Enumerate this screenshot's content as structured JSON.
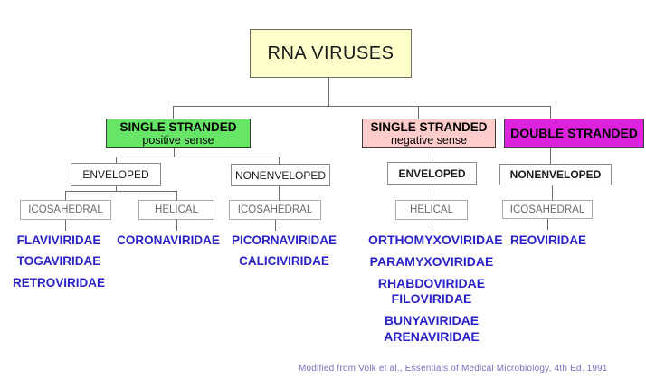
{
  "diagram": {
    "root_label": "RNA VIRUSES",
    "caption": "Modified from Volk et al., Essentials of Medical Microbiology, 4th Ed. 1991",
    "colors": {
      "root_bg": "#ffffcc",
      "positive_bg": "#66e566",
      "negative_bg": "#ffcccc",
      "double_bg": "#dd22dd",
      "family_text": "#2a22c8",
      "caption_text": "#7d6cbe"
    },
    "branch_positive": {
      "title": "SINGLE STRANDED",
      "subtitle": "positive sense",
      "enveloped_label": "ENVELOPED",
      "nonenveloped_label": "NONENVELOPED",
      "icosahedral_label": "ICOSAHEDRAL",
      "helical_label": "HELICAL",
      "icosahedral_nonenv_label": "ICOSAHEDRAL",
      "families_icosahedral": [
        "FLAVIVIRIDAE",
        "TOGAVIRIDAE",
        "RETROVIRIDAE"
      ],
      "families_helical": [
        "CORONAVIRIDAE"
      ],
      "families_icosahedral_nonenv": [
        "PICORNAVIRIDAE",
        "CALICIVIRIDAE"
      ]
    },
    "branch_negative": {
      "title": "SINGLE STRANDED",
      "subtitle": "negative sense",
      "enveloped_label": "ENVELOPED",
      "helical_label": "HELICAL",
      "families": [
        "ORTHOMYXOVIRIDAE",
        "PARAMYXOVIRIDAE",
        "RHABDOVIRIDAE",
        "FILOVIRIDAE",
        "BUNYAVIRIDAE",
        "ARENAVIRIDAE"
      ]
    },
    "branch_double": {
      "title": "DOUBLE STRANDED",
      "nonenveloped_label": "NONENVELOPED",
      "icosahedral_label": "ICOSAHEDRAL",
      "families": [
        "REOVIRIDAE"
      ]
    }
  }
}
